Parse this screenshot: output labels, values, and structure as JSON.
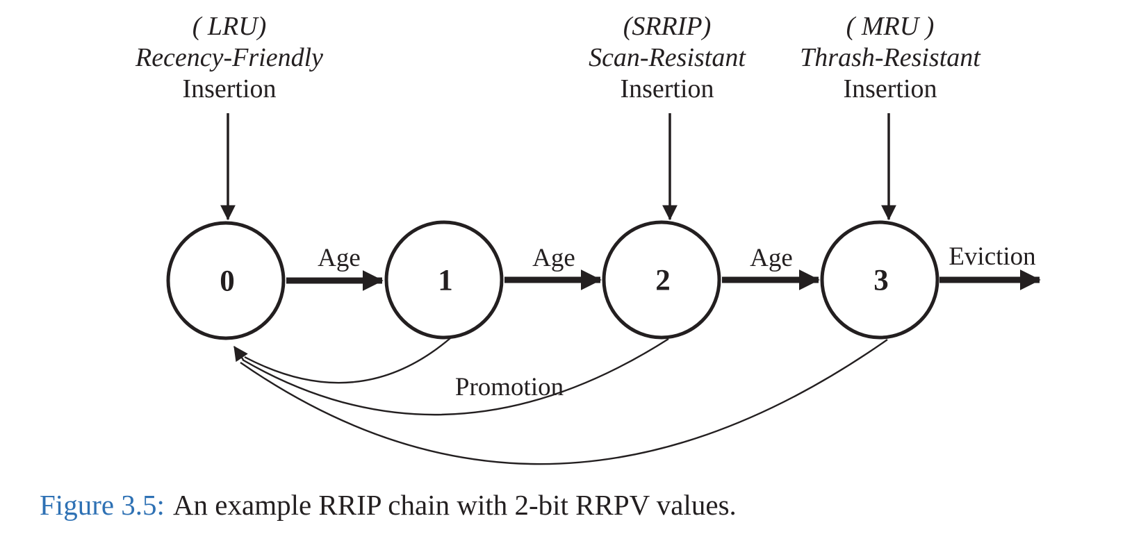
{
  "diagram": {
    "insertion_labels": [
      {
        "tag": "( LRU)",
        "policy": "Recency-Friendly",
        "action": "Insertion"
      },
      {
        "tag": "(SRRIP)",
        "policy": "Scan-Resistant",
        "action": "Insertion"
      },
      {
        "tag": "( MRU )",
        "policy": "Thrash-Resistant",
        "action": "Insertion"
      }
    ],
    "nodes": [
      {
        "value": "0"
      },
      {
        "value": "1"
      },
      {
        "value": "2"
      },
      {
        "value": "3"
      }
    ],
    "age_label": "Age",
    "eviction_label": "Eviction",
    "promotion_label": "Promotion"
  },
  "caption": {
    "figure_label": "Figure 3.5:",
    "text": "An example RRIP chain with 2-bit RRPV values."
  },
  "colors": {
    "ink": "#231F20",
    "figure_label_blue": "#2E71B4",
    "background": "#FFFFFF"
  }
}
